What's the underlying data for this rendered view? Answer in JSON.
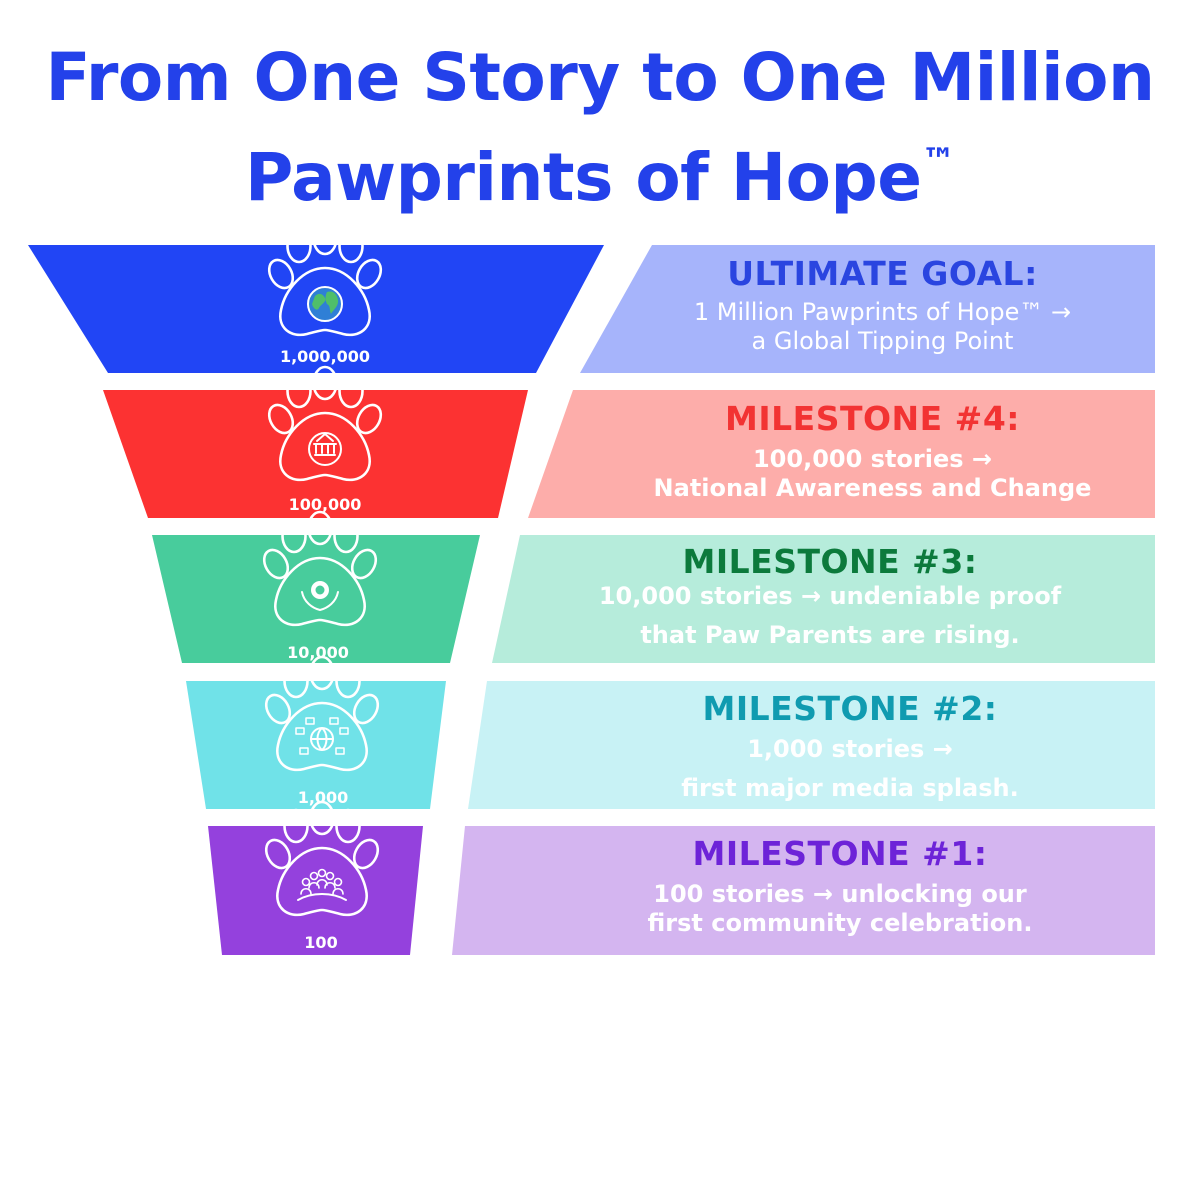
{
  "title": {
    "line1": "From One Story to One Million",
    "line2": "Pawprints of Hope",
    "trademark": "™"
  },
  "colors": {
    "title": "#2341ea"
  },
  "tiers": [
    {
      "id": "ultimate-goal",
      "count_label": "1,000,000",
      "heading": "ULTIMATE GOAL:",
      "description_lines": [
        "1 Million Pawprints of Hope™ →",
        "a Global Tipping Point"
      ],
      "icon": "globe-icon",
      "funnel_color": "#2145f5",
      "panel_color": "#a6b4fb",
      "heading_color": "#2a45e0",
      "text_color": "#ffffff"
    },
    {
      "id": "milestone-4",
      "count_label": "100,000",
      "heading": "MILESTONE #4:",
      "description_lines": [
        "100,000 stories →",
        "National Awareness and Change"
      ],
      "icon": "capitol-building-icon",
      "funnel_color": "#fc3232",
      "panel_color": "#fdadaa",
      "heading_color": "#f23333",
      "text_color": "#ffffff"
    },
    {
      "id": "milestone-3",
      "count_label": "10,000",
      "heading": "MILESTONE #3:",
      "description_lines": [
        "10,000 stories → undeniable proof",
        "that Paw Parents are rising."
      ],
      "icon": "caring-hands-icon",
      "funnel_color": "#48cc9c",
      "panel_color": "#b6ecdb",
      "heading_color": "#0c7a3c",
      "text_color": "#ffffff"
    },
    {
      "id": "milestone-2",
      "count_label": "1,000",
      "heading": "MILESTONE #2:",
      "description_lines": [
        "1,000 stories →",
        "first major media splash."
      ],
      "icon": "media-network-icon",
      "funnel_color": "#70e2e8",
      "panel_color": "#c8f2f5",
      "heading_color": "#109bb0",
      "text_color": "#ffffff"
    },
    {
      "id": "milestone-1",
      "count_label": "100",
      "heading": "MILESTONE #1:",
      "description_lines": [
        "100 stories → unlocking our",
        "first community celebration."
      ],
      "icon": "community-people-icon",
      "funnel_color": "#9441dd",
      "panel_color": "#d4b5f0",
      "heading_color": "#6d23d8",
      "text_color": "#ffffff"
    }
  ]
}
